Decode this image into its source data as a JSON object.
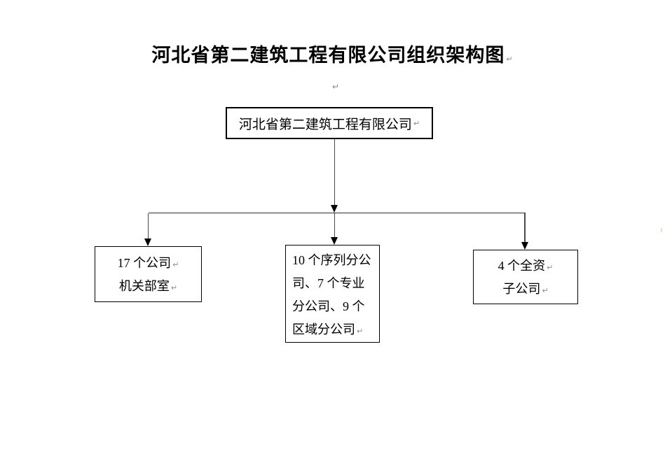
{
  "marks": {
    "return": "↵"
  },
  "title": {
    "text": "河北省第二建筑工程有限公司组织架构图"
  },
  "org": {
    "root": {
      "text": "河北省第二建筑工程有限公司"
    },
    "left": {
      "lines": [
        "17 个公司",
        "机关部室"
      ]
    },
    "middle": {
      "lines": [
        "10 个序列分公",
        "司、7 个专业",
        "分公司、9 个",
        "区域分公司"
      ]
    },
    "right": {
      "lines": [
        "4 个全资",
        "子公司"
      ]
    }
  },
  "colors": {
    "background": "#ffffff",
    "text": "#000000",
    "box_border": "#000000",
    "connector_line": "#4a4a4a",
    "arrowhead": "#000000",
    "paragraph_mark": "#8c8c8c",
    "edge_artifact": "#f4b98c"
  }
}
